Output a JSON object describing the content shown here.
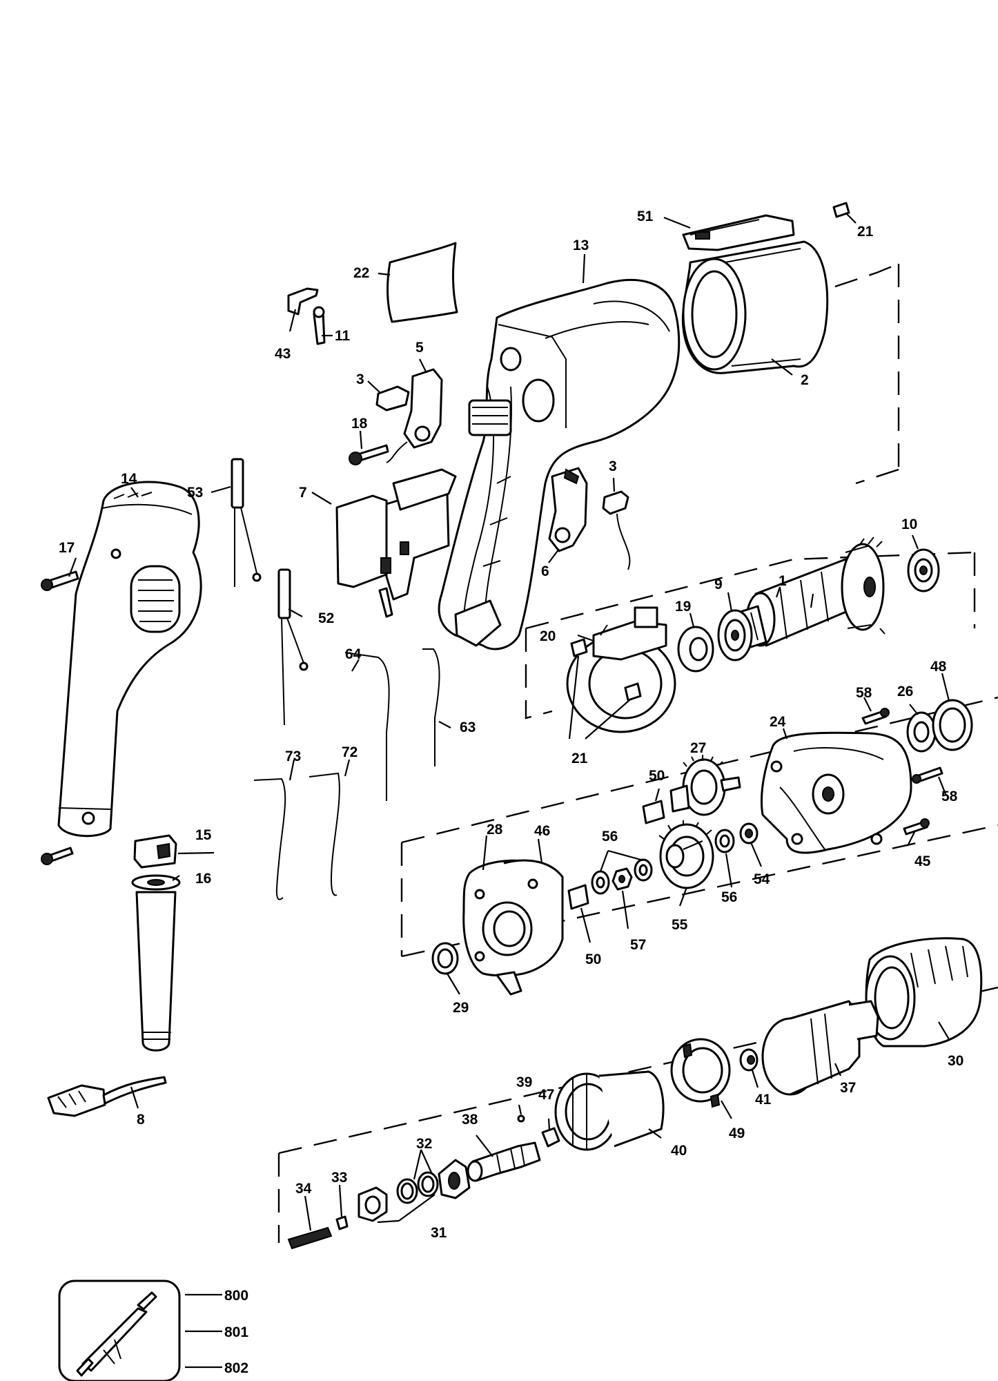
{
  "labels": {
    "p1": "1",
    "p2": "2",
    "p3a": "3",
    "p3b": "3",
    "p5": "5",
    "p6": "6",
    "p7": "7",
    "p8": "8",
    "p9": "9",
    "p10": "10",
    "p11": "11",
    "p13": "13",
    "p14": "14",
    "p15": "15",
    "p16": "16",
    "p17": "17",
    "p18": "18",
    "p19": "19",
    "p20": "20",
    "p21a": "21",
    "p21b": "21",
    "p22": "22",
    "p24": "24",
    "p26": "26",
    "p27": "27",
    "p28": "28",
    "p29": "29",
    "p30": "30",
    "p31": "31",
    "p32": "32",
    "p33": "33",
    "p34": "34",
    "p37": "37",
    "p38": "38",
    "p39": "39",
    "p40": "40",
    "p41": "41",
    "p43": "43",
    "p45": "45",
    "p46": "46",
    "p47": "47",
    "p48": "48",
    "p49": "49",
    "p50a": "50",
    "p50b": "50",
    "p51": "51",
    "p52": "52",
    "p53": "53",
    "p54": "54",
    "p55": "55",
    "p56a": "56",
    "p56b": "56",
    "p57": "57",
    "p58a": "58",
    "p58b": "58",
    "p63": "63",
    "p64": "64",
    "p72": "72",
    "p73": "73"
  },
  "kit": {
    "items": [
      "800",
      "801",
      "802"
    ]
  }
}
